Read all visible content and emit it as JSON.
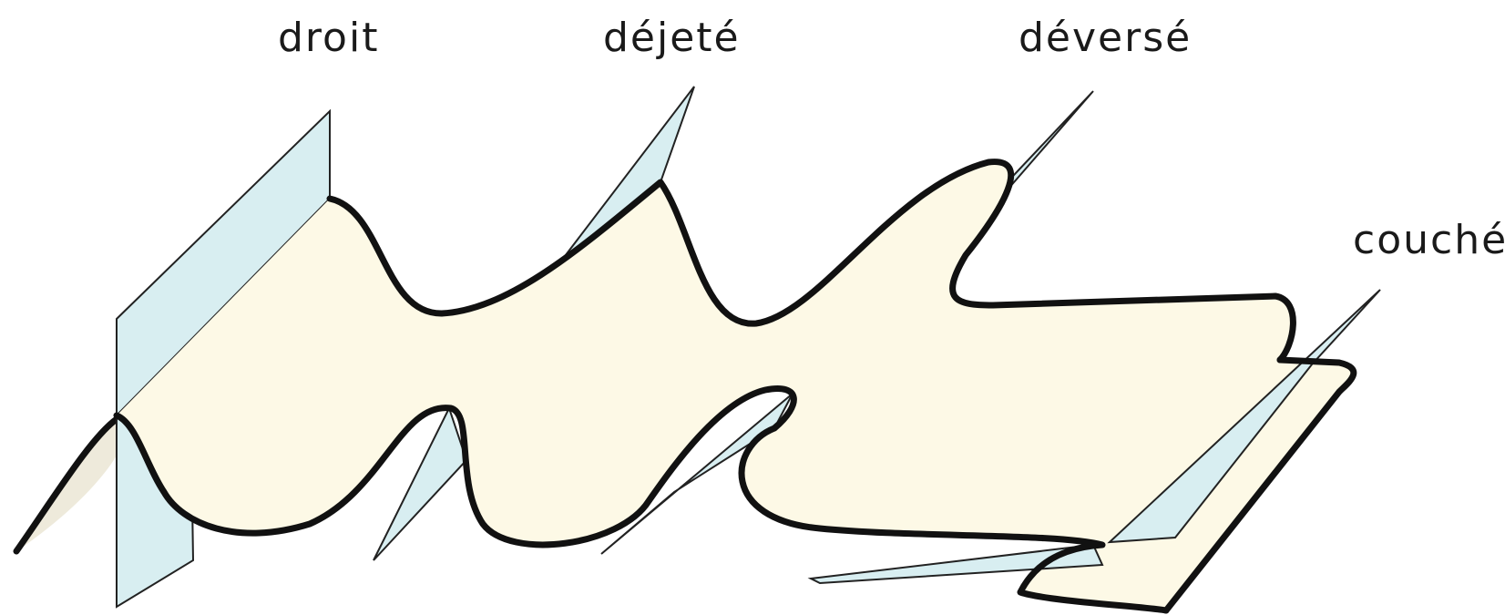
{
  "labels": {
    "droit": "droit",
    "dejete": "déjeté",
    "deverse": "déversé",
    "couche": "couché"
  },
  "colors": {
    "fold_surface": "#fdf9e6",
    "axial_plane": "#d8eef1",
    "outline": "#111111"
  }
}
